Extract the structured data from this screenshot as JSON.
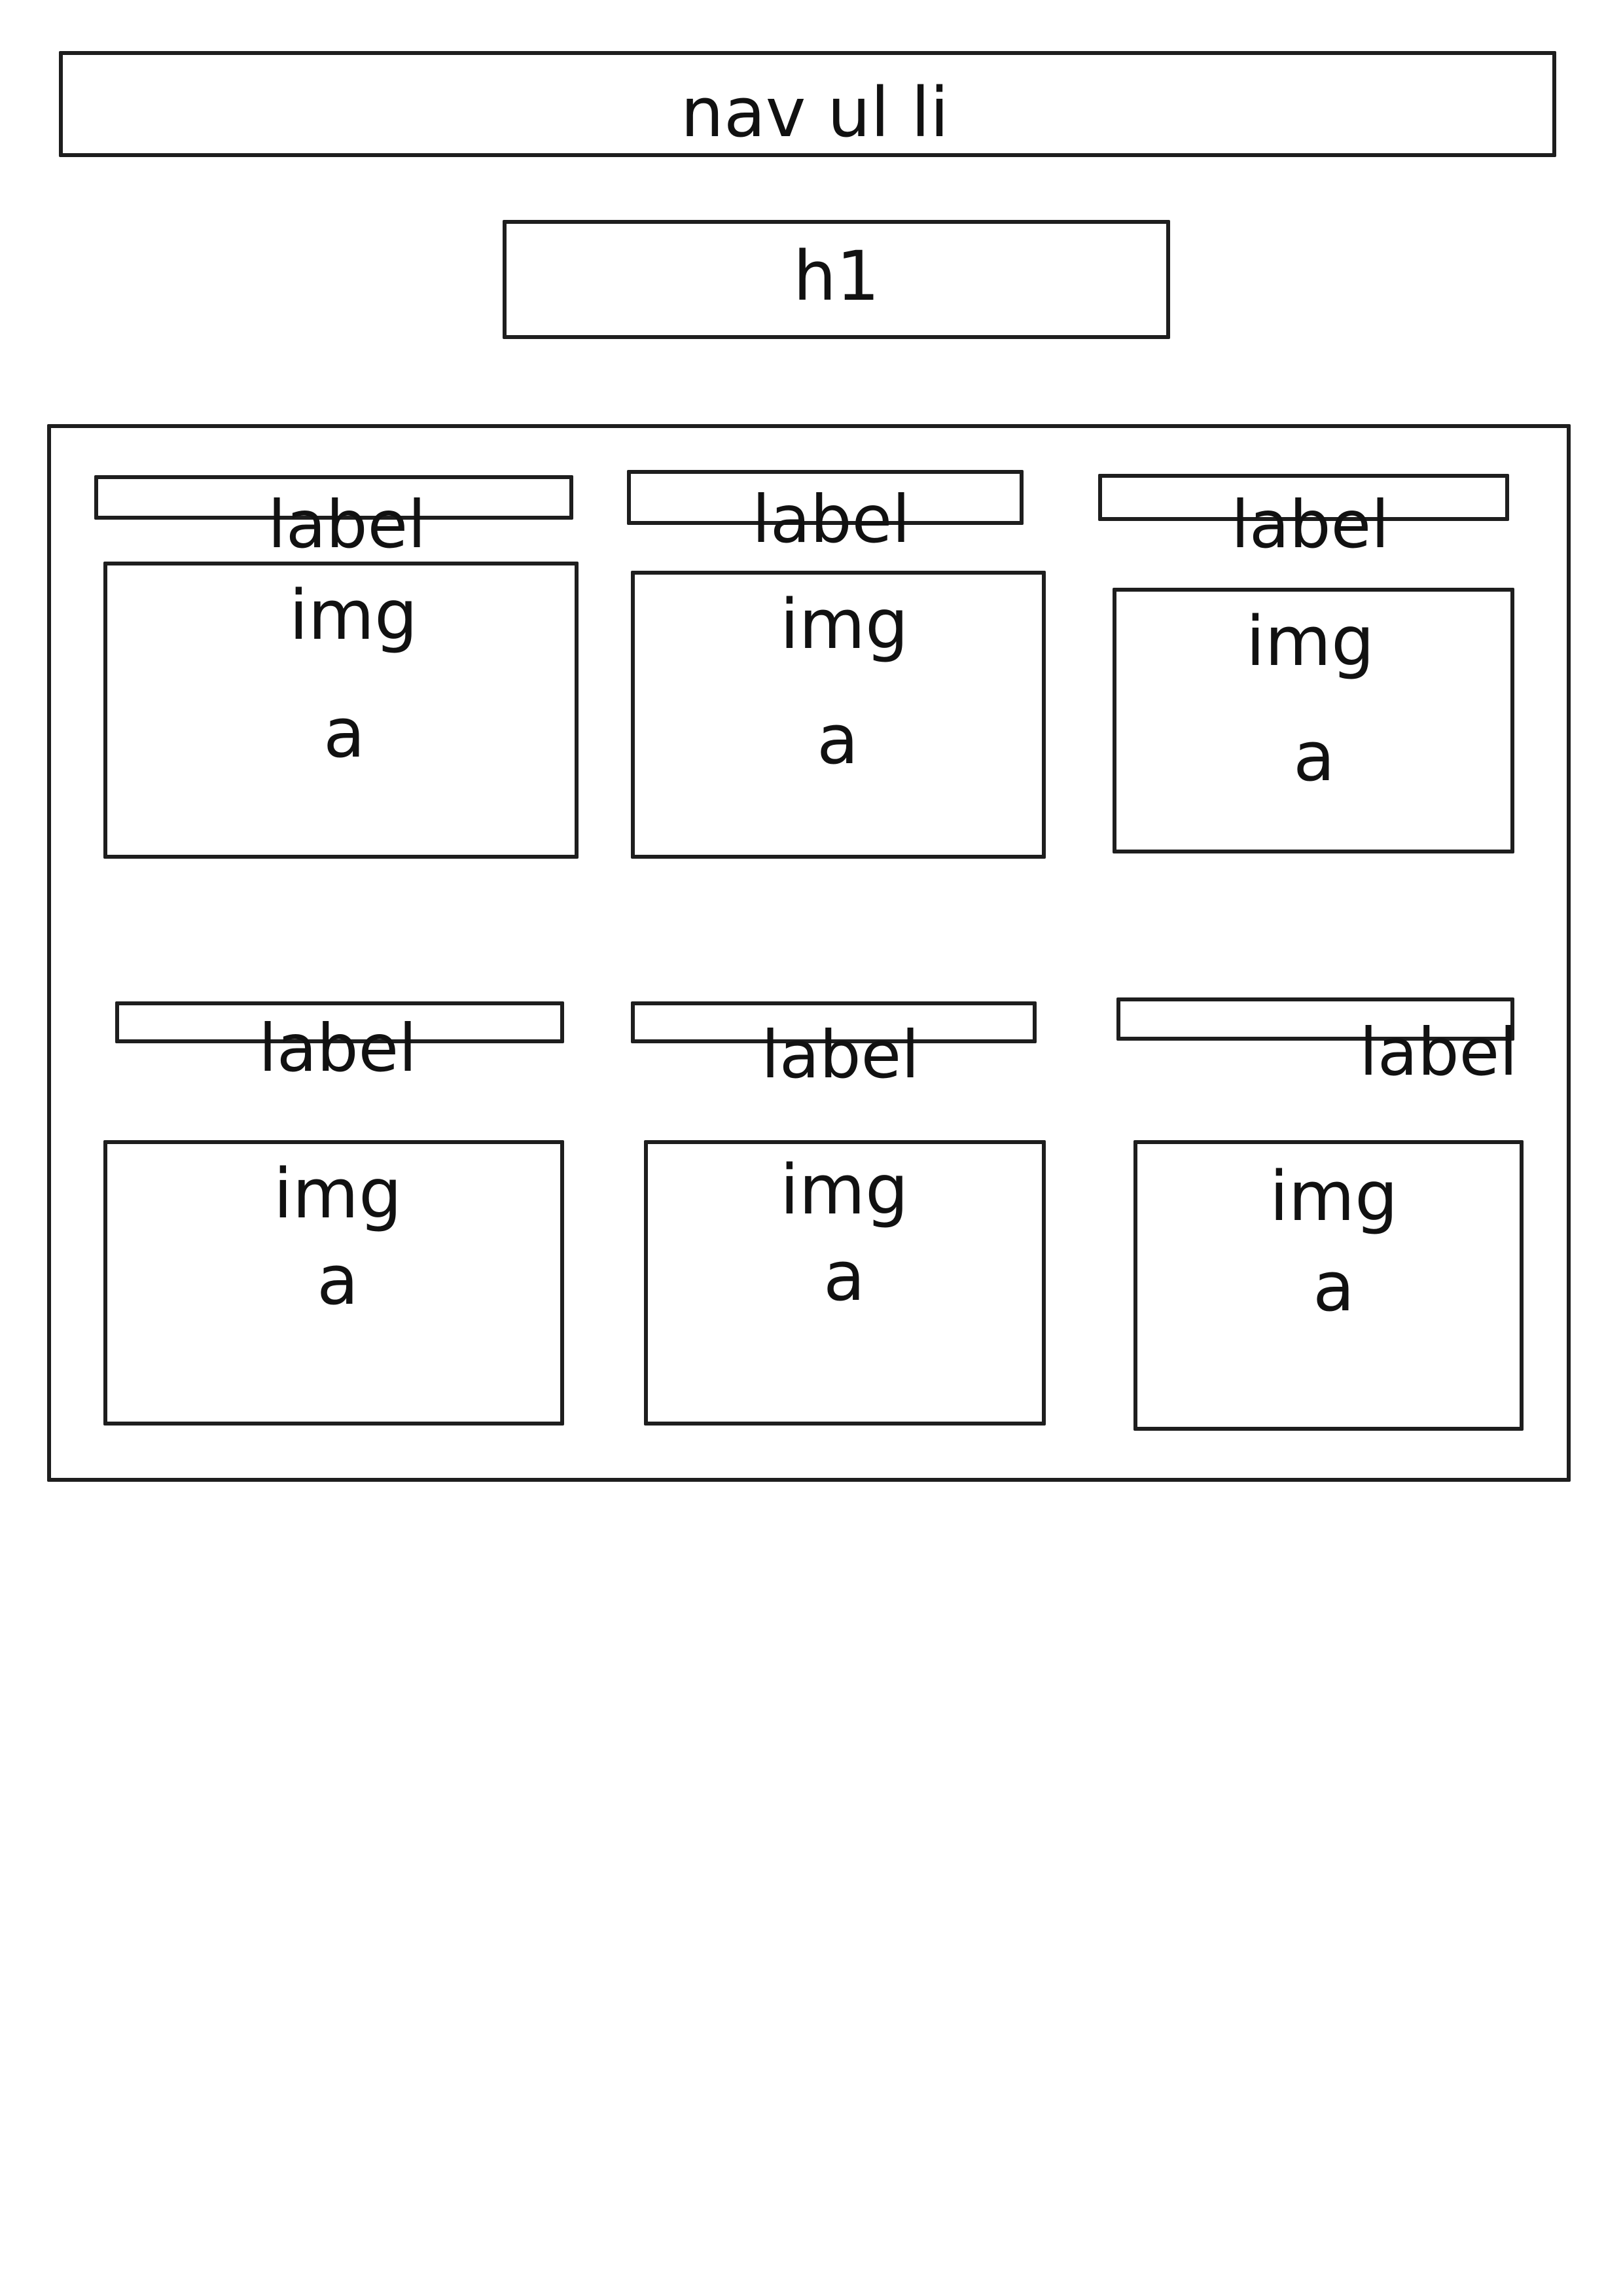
{
  "nav": {
    "text": "nav ul li"
  },
  "heading": {
    "text": "h1"
  },
  "cards": [
    {
      "label": "label",
      "img": "img",
      "link": "a"
    },
    {
      "label": "label",
      "img": "img",
      "link": "a"
    },
    {
      "label": "label",
      "img": "img",
      "link": "a"
    },
    {
      "label": "label",
      "img": "img",
      "link": "a"
    },
    {
      "label": "label",
      "img": "img",
      "link": "a"
    },
    {
      "label": "label",
      "img": "img",
      "link": "a"
    }
  ]
}
